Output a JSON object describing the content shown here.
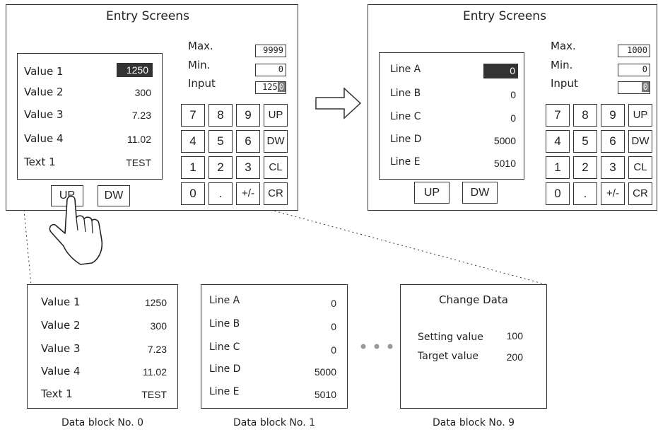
{
  "left_screen": {
    "title": "Entry Screens",
    "rows": [
      {
        "label": "Value 1",
        "value": "1250"
      },
      {
        "label": "Value 2",
        "value": "300"
      },
      {
        "label": "Value 3",
        "value": "7.23"
      },
      {
        "label": "Value 4",
        "value": "11.02"
      },
      {
        "label": "Text 1",
        "value": "TEST"
      }
    ],
    "max_label": "Max.",
    "max_value": "9999",
    "min_label": "Min.",
    "min_value": "0",
    "input_label": "Input",
    "input_value": "125",
    "input_cursor": "0",
    "up_label": "UP",
    "dw_label": "DW"
  },
  "right_screen": {
    "title": "Entry Screens",
    "rows": [
      {
        "label": "Line A",
        "value": "0"
      },
      {
        "label": "Line B",
        "value": "0"
      },
      {
        "label": "Line C",
        "value": "0"
      },
      {
        "label": "Line D",
        "value": "5000"
      },
      {
        "label": "Line E",
        "value": "5010"
      }
    ],
    "max_label": "Max.",
    "max_value": "1000",
    "min_label": "Min.",
    "min_value": "0",
    "input_label": "Input",
    "input_value": "0",
    "up_label": "UP",
    "dw_label": "DW"
  },
  "keypad": [
    "7",
    "8",
    "9",
    "UP",
    "4",
    "5",
    "6",
    "DW",
    "1",
    "2",
    "3",
    "CL",
    "0",
    ".",
    "+/-",
    "CR"
  ],
  "blocks": [
    {
      "caption": "Data block No. 0",
      "rows": [
        {
          "label": "Value 1",
          "value": "1250"
        },
        {
          "label": "Value 2",
          "value": "300"
        },
        {
          "label": "Value 3",
          "value": "7.23"
        },
        {
          "label": "Value 4",
          "value": "11.02"
        },
        {
          "label": "Text 1",
          "value": "TEST"
        }
      ]
    },
    {
      "caption": "Data block No. 1",
      "rows": [
        {
          "label": "Line A",
          "value": "0"
        },
        {
          "label": "Line B",
          "value": "0"
        },
        {
          "label": "Line C",
          "value": "0"
        },
        {
          "label": "Line D",
          "value": "5000"
        },
        {
          "label": "Line E",
          "value": "5010"
        }
      ]
    },
    {
      "caption": "Data block No. 9",
      "title": "Change Data",
      "rows": [
        {
          "label": "Setting value",
          "value": "100"
        },
        {
          "label": "Target value",
          "value": "200"
        }
      ]
    }
  ]
}
